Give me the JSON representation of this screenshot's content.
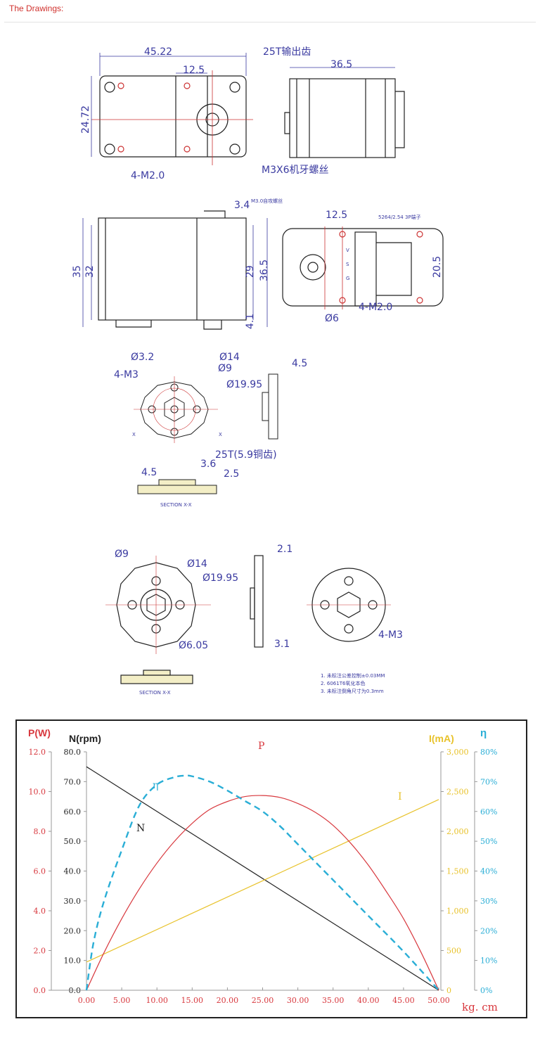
{
  "section_title": "The Drawings:",
  "drawings": {
    "view1": {
      "width": "45.22",
      "inner": "12.5",
      "height": "24.72",
      "side_width": "36.5",
      "gear_note": "25T输出齿",
      "screw_note": "M3X6机牙螺丝",
      "holes": "4-M2.0"
    },
    "view2": {
      "h1": "35",
      "h2": "32",
      "h3": "29",
      "h4": "36.5",
      "top": "3.4",
      "bottom": "4.1",
      "screw_note": "M3.0自攻螺丝",
      "inner": "12.5",
      "connector": "5264/2.54 3P端子",
      "right": "20.5",
      "shaft": "Ø6",
      "holes": "4-M2.0",
      "pins": [
        "V",
        "S",
        "G"
      ]
    },
    "view3": {
      "d1": "Ø3.2",
      "d2": "Ø14",
      "d3": "Ø9",
      "d4": "Ø19.95",
      "holes": "4-M3",
      "thick": "4.5",
      "gear": "25T(5.9铜齿)",
      "s1": "4.5",
      "s2": "3.6",
      "s3": "2.5",
      "section": "SECTION X-X",
      "x": "X"
    },
    "view4": {
      "d1": "Ø9",
      "d2": "Ø14",
      "d3": "Ø19.95",
      "d4": "Ø6.05",
      "t1": "2.1",
      "t2": "3.1",
      "holes": "4-M3",
      "section": "SECTION X-X",
      "x": "X"
    },
    "notes": [
      "1. 未标注公差控制±0.03MM",
      "2. 6061T6氧化本色",
      "3. 未标注倒角尺寸为0.3mm"
    ]
  },
  "chart_data": {
    "type": "line",
    "xlabel": "kg. cm",
    "xlim": [
      0,
      50
    ],
    "xticks": [
      "0.00",
      "5.00",
      "10.00",
      "15.00",
      "20.00",
      "25.00",
      "30.00",
      "35.00",
      "40.00",
      "45.00",
      "50.00"
    ],
    "axes": {
      "P": {
        "label": "P(W)",
        "ylim": [
          0,
          12
        ],
        "ticks": [
          "0.0",
          "2.0",
          "4.0",
          "6.0",
          "8.0",
          "10.0",
          "12.0"
        ],
        "color": "#d8383e"
      },
      "N": {
        "label": "N(rpm)",
        "ylim": [
          0,
          80
        ],
        "ticks": [
          "0.0",
          "10.0",
          "20.0",
          "30.0",
          "40.0",
          "50.0",
          "60.0",
          "70.0",
          "80.0"
        ],
        "color": "#222222"
      },
      "I": {
        "label": "I(mA)",
        "ylim": [
          0,
          3000
        ],
        "ticks": [
          "0",
          "500",
          "1,000",
          "1,500",
          "2,000",
          "2,500",
          "3,000"
        ],
        "color": "#e8c22a"
      },
      "eta": {
        "label": "η",
        "ylim": [
          0,
          80
        ],
        "ticks": [
          "0%",
          "10%",
          "20%",
          "30%",
          "40%",
          "50%",
          "60%",
          "70%",
          "80%"
        ],
        "color": "#2aaed6"
      }
    },
    "series": [
      {
        "name": "N",
        "axis": "N",
        "x": [
          0,
          50
        ],
        "y": [
          75,
          0
        ]
      },
      {
        "name": "I",
        "axis": "I",
        "x": [
          0,
          50
        ],
        "y": [
          355,
          2400
        ]
      },
      {
        "name": "P",
        "axis": "P",
        "x": [
          0,
          2.5,
          5,
          7.5,
          10,
          12.5,
          15,
          17.5,
          20,
          22.5,
          25,
          27.5,
          30,
          32.5,
          35,
          37.5,
          40,
          42.5,
          45,
          47.5,
          50
        ],
        "y": [
          0,
          1.9,
          3.6,
          5.1,
          6.4,
          7.5,
          8.4,
          9.1,
          9.5,
          9.75,
          9.8,
          9.7,
          9.4,
          8.95,
          8.3,
          7.4,
          6.3,
          5.0,
          3.6,
          1.9,
          0
        ]
      },
      {
        "name": "η",
        "axis": "eta",
        "dashed": true,
        "x": [
          0,
          1,
          2.5,
          5,
          7.5,
          10,
          12.5,
          14,
          15,
          17.5,
          20,
          22.5,
          25,
          27.5,
          30,
          35,
          40,
          45,
          50
        ],
        "y": [
          0,
          16,
          30,
          47,
          62,
          69,
          71.5,
          72,
          71.8,
          70,
          67,
          63.5,
          60,
          55,
          49,
          37,
          25,
          13,
          0
        ]
      }
    ]
  }
}
